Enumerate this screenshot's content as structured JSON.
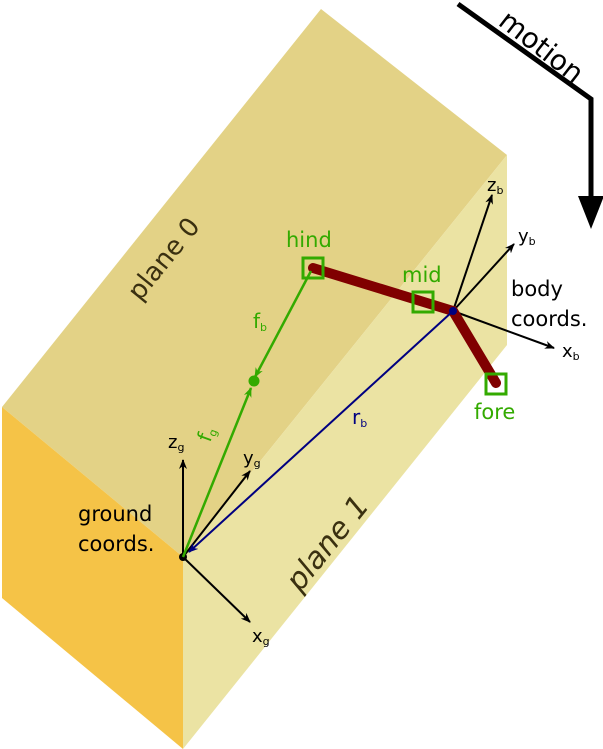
{
  "planes": {
    "plane0": "plane 0",
    "plane1": "plane 1"
  },
  "motion": {
    "label": "motion"
  },
  "ground": {
    "line1": "ground",
    "line2": "coords.",
    "z": "z",
    "z_sub": "g",
    "y": "y",
    "y_sub": "g",
    "x": "x",
    "x_sub": "g"
  },
  "body": {
    "line1": "body",
    "line2": "coords.",
    "z": "z",
    "z_sub": "b",
    "y": "y",
    "y_sub": "b",
    "x": "x",
    "x_sub": "b"
  },
  "vectors": {
    "rb": "r",
    "rb_sub": "b",
    "fb": "f",
    "fb_sub": "b",
    "fg": "f",
    "fg_sub": "g"
  },
  "markers": {
    "hind": "hind",
    "mid": "mid",
    "fore": "fore"
  },
  "colors": {
    "plane_top": "#e3d286",
    "plane_side": "#ebe3a3",
    "plane_front": "#f5c347",
    "green": "#33aa00",
    "dark_red": "#800000",
    "navy": "#000080",
    "black": "#000000"
  }
}
